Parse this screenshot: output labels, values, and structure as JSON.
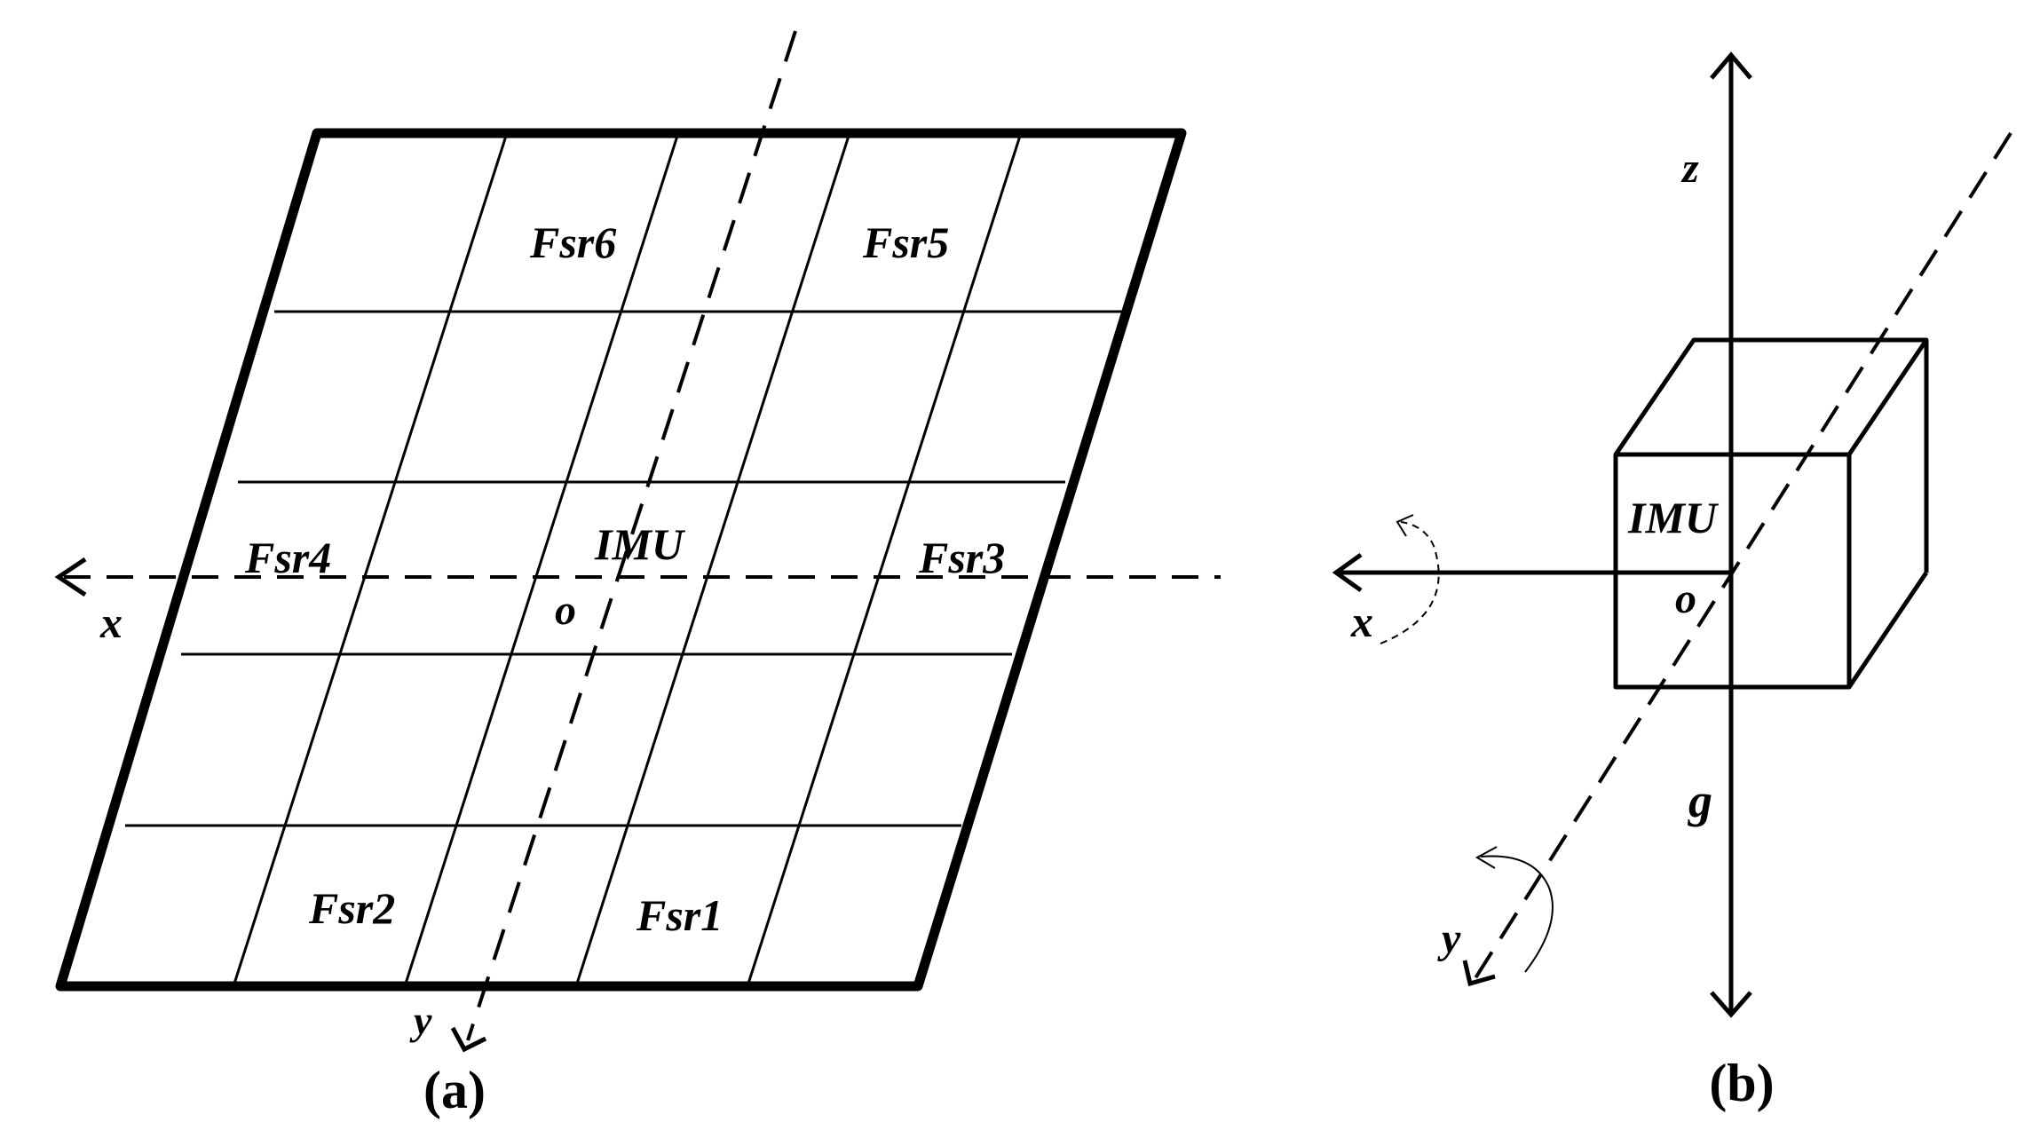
{
  "panel_a": {
    "caption": "(a)",
    "sensors": {
      "fsr1": "Fsr1",
      "fsr2": "Fsr2",
      "fsr3": "Fsr3",
      "fsr4": "Fsr4",
      "fsr5": "Fsr5",
      "fsr6": "Fsr6"
    },
    "imu_label": "IMU",
    "origin_label": "o",
    "x_axis_label": "x",
    "y_axis_label": "y"
  },
  "panel_b": {
    "caption": "(b)",
    "imu_label": "IMU",
    "origin_label": "o",
    "x_axis_label": "x",
    "y_axis_label": "y",
    "z_axis_label": "z",
    "gravity_label": "g"
  },
  "colors": {
    "stroke": "#000000",
    "background": "#ffffff"
  }
}
